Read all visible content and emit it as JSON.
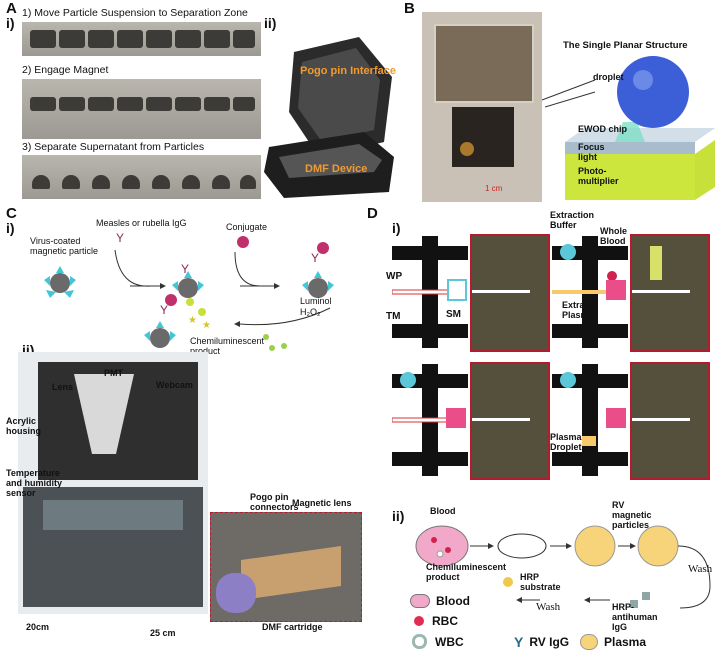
{
  "panels": {
    "A": {
      "label": "A",
      "sub_i": "i)",
      "sub_ii": "ii)",
      "steps": [
        "1) Move Particle Suspension to Separation Zone",
        "2) Engage Magnet",
        "3) Separate Supernatant from Particles"
      ],
      "pogo": "Pogo pin Interface",
      "dmf": "DMF Device"
    },
    "B": {
      "label": "B",
      "title": "The Single Planar Structure",
      "droplet": "droplet",
      "ewod": "EWOD chip",
      "focus": "Focus light",
      "photo": "Photo-multiplier",
      "scale": "1 cm"
    },
    "C": {
      "label": "C",
      "sub_i": "i)",
      "sub_ii": "ii)",
      "virus": "Virus-coated magnetic particle",
      "igg": "Measles or rubella IgG",
      "conjugate": "Conjugate",
      "luminol": "Luminol",
      "h2o2": "H₂O₂",
      "chemi": "Chemiluminescent product",
      "pmt": "PMT",
      "lens": "Lens",
      "webcam": "Webcam",
      "acrylic": "Acrylic housing",
      "temp": "Temperature and humidity sensor",
      "pogo": "Pogo pin connectors",
      "maglens": "Magnetic lens",
      "cartridge": "DMF cartridge",
      "w20": "20cm",
      "w25": "25 cm"
    },
    "D": {
      "label": "D",
      "sub_i": "i)",
      "sub_ii": "ii)",
      "wp": "WP",
      "tm": "TM",
      "sm": "SM",
      "extraction": "Extraction Buffer",
      "whole": "Whole Blood",
      "extracted": "Extrated Plasma",
      "plasma_droplet": "Plasma Droplet",
      "blood": "Blood",
      "rv_particles": "RV magnetic particles",
      "wash1": "Wash",
      "wash2": "Wash",
      "hrp_sub": "HRP substrate",
      "hrp_anti": "HRP-antihuman IgG",
      "chemi": "Chemiluminescent product",
      "legend": [
        "Blood",
        "RBC",
        "WBC",
        "RV IgG",
        "Plasma"
      ]
    }
  },
  "colors": {
    "accent_orange": "#f29a2e",
    "red_frame": "#b51b2c",
    "cyan": "#5bc8d9",
    "pink": "#e94e8a",
    "yellow": "#f4d37a"
  }
}
